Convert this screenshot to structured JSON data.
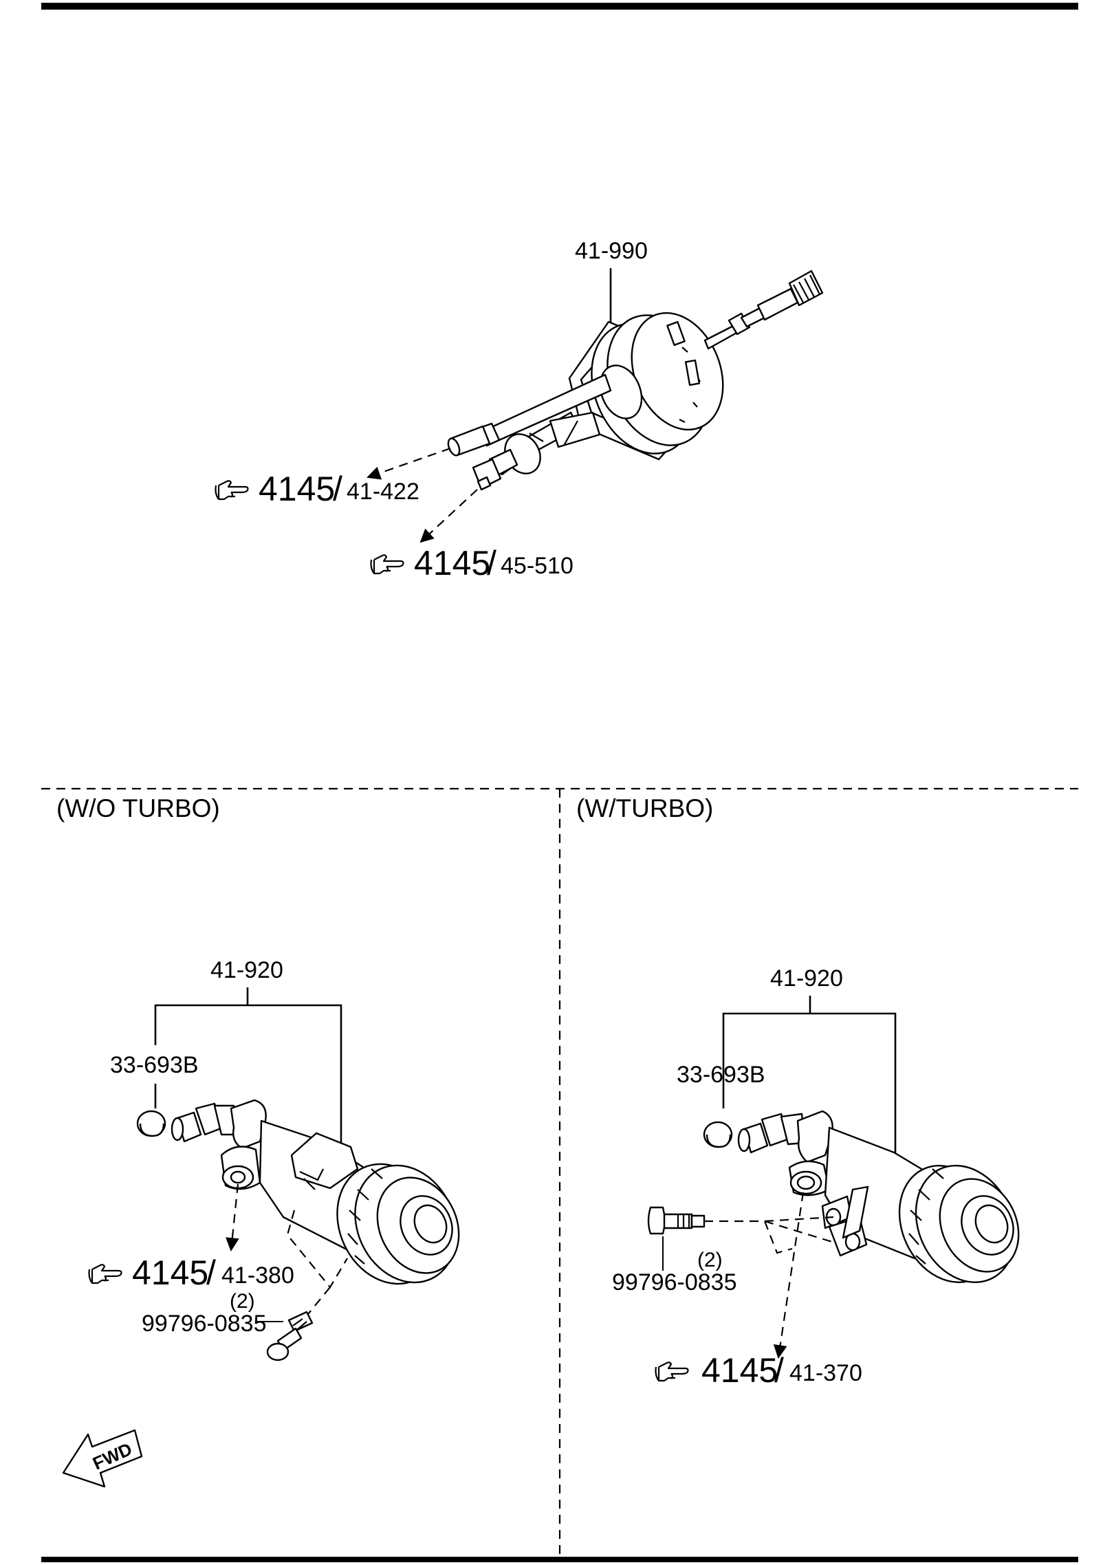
{
  "top": {
    "part_label": "41-990",
    "refs": [
      {
        "group": "4145",
        "part": "41-422"
      },
      {
        "group": "4145",
        "part": "45-510"
      }
    ]
  },
  "left_section": {
    "title": "(W/O TURBO)",
    "assembly_label": "41-920",
    "cap_label": "33-693B",
    "ref": {
      "group": "4145",
      "part": "41-380"
    },
    "bolt_qty": "(2)",
    "bolt_label": "99796-0835"
  },
  "right_section": {
    "title": "(W/TURBO)",
    "assembly_label": "41-920",
    "cap_label": "33-693B",
    "ref": {
      "group": "4145",
      "part": "41-370"
    },
    "bolt_qty": "(2)",
    "bolt_label": "99796-0835"
  },
  "fwd_label": "FWD",
  "icons": {
    "ref_pointer": "pointing-hand-icon",
    "forward": "fwd-arrow-icon"
  }
}
